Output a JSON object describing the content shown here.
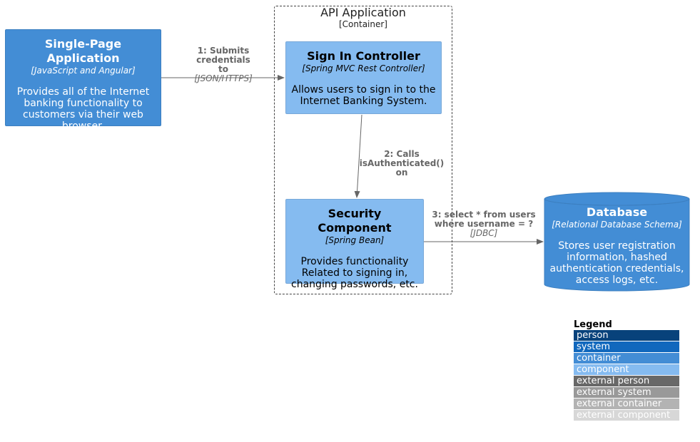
{
  "boundary": {
    "title": "API Application",
    "type": "[Container]"
  },
  "spa": {
    "title": "Single-Page Application",
    "tech": "[JavaScript and Angular]",
    "desc_lines": [
      "Provides all of the Internet",
      "banking functionality to",
      "customers via their web",
      "browser."
    ]
  },
  "signin": {
    "title": "Sign In Controller",
    "tech": "[Spring MVC Rest Controller]",
    "desc_lines": [
      "Allows users to sign in to the",
      "Internet Banking System."
    ]
  },
  "security": {
    "title": "Security Component",
    "tech": "[Spring Bean]",
    "desc_lines": [
      "Provides functionality",
      "Related to signing in,",
      "changing passwords, etc."
    ]
  },
  "database": {
    "title": "Database",
    "tech": "[Relational Database Schema]",
    "desc_lines": [
      "Stores user registration",
      "information, hashed",
      "authentication credentials,",
      "access logs, etc."
    ]
  },
  "relations": {
    "r1": {
      "label_lines": [
        "1: Submits credentials",
        "to"
      ],
      "tech": "[JSON/HTTPS]"
    },
    "r2": {
      "label_lines": [
        "2: Calls",
        "isAuthenticated() on"
      ]
    },
    "r3": {
      "label_lines": [
        "3: select * from users",
        "where username = ?"
      ],
      "tech": "[JDBC]"
    }
  },
  "legend": {
    "title": "Legend",
    "items": [
      {
        "label": "person",
        "bg": "#08427b",
        "fg": "#ffffff"
      },
      {
        "label": "system",
        "bg": "#1168bd",
        "fg": "#ffffff"
      },
      {
        "label": "container",
        "bg": "#438dd5",
        "fg": "#ffffff"
      },
      {
        "label": "component",
        "bg": "#85bbf0",
        "fg": "#ffffff"
      },
      {
        "label": "external person",
        "bg": "#686868",
        "fg": "#ffffff"
      },
      {
        "label": "external system",
        "bg": "#999999",
        "fg": "#ffffff"
      },
      {
        "label": "external container",
        "bg": "#b3b3b3",
        "fg": "#ffffff"
      },
      {
        "label": "external component",
        "bg": "#d7d7d7",
        "fg": "#ffffff"
      }
    ]
  }
}
